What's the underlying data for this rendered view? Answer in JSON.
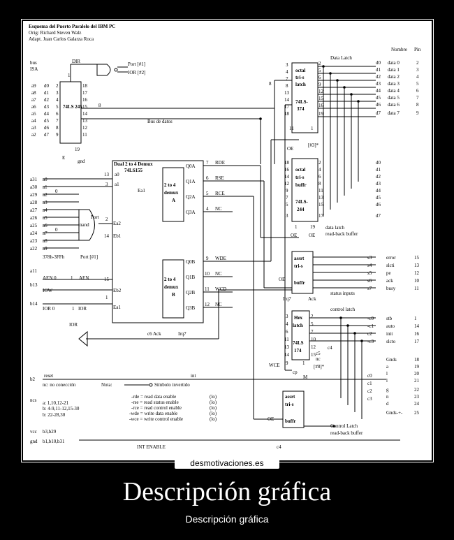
{
  "header": {
    "title": "Esquema del Puerto Paralelo del IBM PC",
    "orig": "Orig: Richard Steven Walz",
    "adapt": "Adapt. Juan Carlos Galarza Roca"
  },
  "bus": {
    "label_bus": "bus",
    "label_isa": "ISA",
    "left_pins": [
      "a9",
      "a8",
      "a7",
      "a6",
      "a5",
      "a4",
      "a3",
      "a2"
    ],
    "left_data": [
      "d0",
      "d1",
      "d2",
      "d3",
      "d4",
      "d5",
      "d6",
      "d7"
    ],
    "left_nums": [
      "2",
      "3",
      "4",
      "5",
      "6",
      "7",
      "8",
      "9"
    ],
    "right_nums": [
      "18",
      "17",
      "16",
      "15",
      "14",
      "13",
      "12",
      "11"
    ],
    "chip_245": "74LS 245",
    "e_label": "E",
    "gnd": "gnd",
    "pin19": "19",
    "pin1": "1",
    "dir": "DIR",
    "port1": "Port [#1]",
    "ior2": "IOR [#2]",
    "bus_datos": "Bus de datos",
    "eight": "8"
  },
  "data_latch": {
    "label": "Data Latch",
    "chip": [
      "octal",
      "tri-s",
      "latch",
      "74LS-",
      "374"
    ],
    "left_pins": [
      "3",
      "4",
      "7",
      "8",
      "13",
      "14",
      "17",
      "18"
    ],
    "right_pins": [
      "2",
      "5",
      "6",
      "9",
      "12",
      "15",
      "16",
      "19"
    ],
    "pin11": "11",
    "pin1": "1",
    "oe": "OE",
    "n3": "[#3]*",
    "eight": "8"
  },
  "right_panel": {
    "header_nombre": "Nombre",
    "header_pin": "Pin",
    "data_out": [
      "d0",
      "d1",
      "d2",
      "d3",
      "d4",
      "d5",
      "d6",
      "d7"
    ],
    "names": [
      "data 0",
      "data 1",
      "data 2",
      "data 3",
      "data 4",
      "data 5",
      "data 6",
      "data 7"
    ],
    "pins": [
      "2",
      "3",
      "4",
      "5",
      "6",
      "7",
      "8",
      "9"
    ],
    "d_list": [
      "d0",
      "d1",
      "d2",
      "d3",
      "d4",
      "d5",
      "d6",
      "d7"
    ],
    "s_list": [
      "s3",
      "s4",
      "s5",
      "s6",
      "s7"
    ],
    "status_names": [
      "error",
      "slcti",
      "pe",
      "ack",
      "busy"
    ],
    "status_pins": [
      "15",
      "13",
      "12",
      "10",
      "11"
    ],
    "c_list": [
      "-c0",
      "-c1",
      "c2",
      "-c3"
    ],
    "control_names": [
      "stb",
      "auto",
      "init",
      "slcto"
    ],
    "control_pins": [
      "1",
      "14",
      "16",
      "17"
    ],
    "gnds": "Gnds",
    "gnd_letters": [
      "a",
      "l",
      "l",
      "g",
      "n",
      "d"
    ],
    "gnd_pins": [
      "18",
      "19",
      "20",
      "21",
      "22",
      "23",
      "24",
      "25"
    ],
    "gnds_plus": "Gnds-+-",
    "c_read": [
      "c0",
      "c1",
      "c2",
      "c3"
    ]
  },
  "readback": {
    "chip": [
      "octal",
      "tri-s",
      "buffr",
      "74LS-",
      "244"
    ],
    "left_pins": [
      "18",
      "16",
      "14",
      "12",
      "9",
      "7",
      "5",
      "3"
    ],
    "right_pins": [
      "2",
      "4",
      "6",
      "8",
      "11",
      "13",
      "15",
      "17"
    ],
    "pin1": "1",
    "pin19": "19",
    "label1": "data latch",
    "label2": "read-back buffer",
    "oe": "OE"
  },
  "demux": {
    "title1": "Dual 2 to 4 Demux",
    "title2": "74LS155",
    "pin13": "13",
    "a0": "a0",
    "pin3": "3",
    "a1": "a1",
    "ea1_gate": "Ea1",
    "ea2": "Ea2",
    "eb1": "Eb1",
    "eb2": "Eb2",
    "ea1": "Ea1",
    "pin2": "2",
    "pin14": "14",
    "pin15": "15",
    "pin1": "1",
    "block_a": [
      "2 to 4",
      "demux",
      "A"
    ],
    "block_b": [
      "2 to 4",
      "demux",
      "B"
    ],
    "outs_a": [
      "Q0A",
      "Q1A",
      "Q2A",
      "Q3A"
    ],
    "pins_a": [
      "7",
      "6",
      "5",
      "4"
    ],
    "sig_a": [
      "RDE",
      "RSE",
      "RCE",
      "NC"
    ],
    "outs_b": [
      "Q0B",
      "Q1B",
      "Q2B",
      "Q3B"
    ],
    "pins_b": [
      "9",
      "10",
      "11",
      "12"
    ],
    "sig_b": [
      "WDE",
      "NC",
      "WCD",
      "NC"
    ]
  },
  "address": {
    "pins": [
      "a0",
      "a1",
      "a2",
      "a3",
      "a4",
      "a5",
      "a6",
      "a7",
      "a8",
      "a9"
    ],
    "isa": [
      "a31",
      "a30",
      "a29",
      "a28",
      "a27",
      "a26",
      "a25",
      "a24",
      "a23",
      "a22"
    ],
    "zero": "0",
    "one": "1",
    "nand": "nand",
    "port": "Port",
    "port1": "Port [#1]",
    "hex": "378h-3FFh",
    "aen": "AEN 0",
    "aen_bar": "AEN",
    "a11": "a11",
    "b13": "b13",
    "iow": "IOW",
    "b14": "b14",
    "ior0": "IOR 0",
    "ior1": "IOR",
    "ior_bar": "IOR",
    "one2": "1"
  },
  "status": {
    "chip": [
      "assrt",
      "tri-s",
      "buffr"
    ],
    "oe": "OE",
    "irq": "Irq7",
    "ack": "Ack",
    "label": "status inputs",
    "c6": "c6 Ack",
    "irq2": "Irq7"
  },
  "control": {
    "label": "control latch",
    "chip": [
      "Hex",
      "latch",
      "74LS",
      "174"
    ],
    "left_pins": [
      "3",
      "4",
      "6",
      "11",
      "13",
      "14"
    ],
    "right_pins": [
      "2",
      "5",
      "7",
      "10",
      "12",
      "15"
    ],
    "pin9": "9",
    "pin1": "1",
    "wce": "WCE",
    "cp": "cp",
    "m": "M",
    "n8": "[#8]*",
    "c4": "c4",
    "c5": "c5",
    "nc": "nc"
  },
  "readback2": {
    "chip": [
      "assrt",
      "tri-s",
      "buffr"
    ],
    "oe": "OE",
    "label1": "Control Latch",
    "label2": "read-back buffer"
  },
  "bottom": {
    "b2": "b2",
    "reset": "reset",
    "int": "int",
    "nc_note": "nc: no conección",
    "ncs": "ncs",
    "ncs_list": [
      "a: 1,10,12-21",
      "b: 4-9,11-12,15-30",
      "b: 22-28,30"
    ],
    "vcc": "vcc",
    "vcc_pins": "b3,b29",
    "gnd": "gnd",
    "gnd_pins": "b1,b10,b31",
    "note": "Nota:",
    "symbol": "Símbolo invertido",
    "legend": [
      "-rde = read data enable",
      "-rse = read status enable",
      "-rce = read control enable",
      "-wde = write data enable",
      "-wce = write control enable"
    ],
    "legend_lo": [
      "(lo)",
      "(lo)",
      "(lo)",
      "(lo)",
      "(lo)"
    ],
    "int_enable": "INT ENABLE",
    "c4": "c4"
  },
  "footer": {
    "site": "desmotivaciones.es",
    "title": "Descripción gráfica",
    "subtitle": "Descripción gráfica"
  }
}
